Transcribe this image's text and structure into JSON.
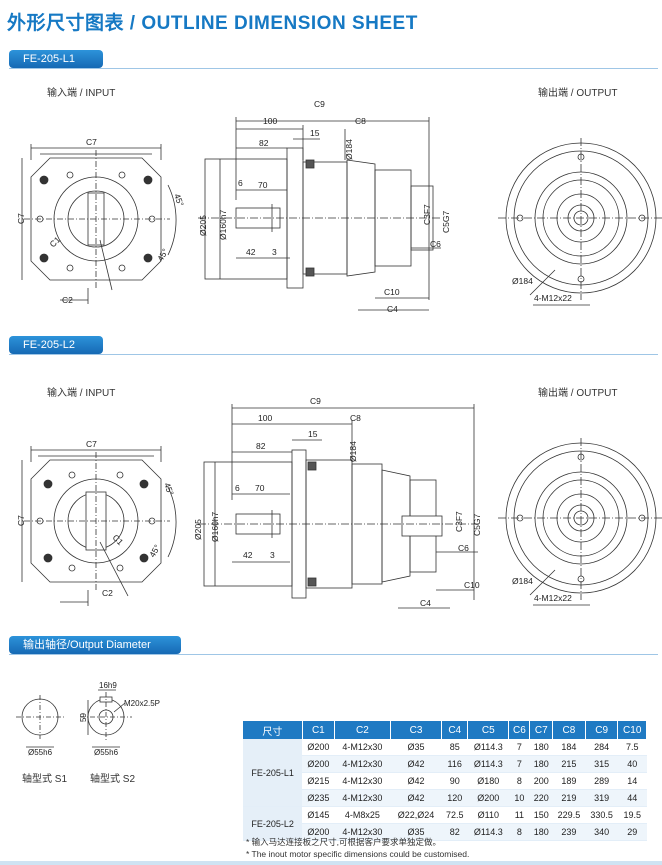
{
  "page_title": "外形尺寸图表 / OUTLINE DIMENSION SHEET",
  "sections": {
    "l1": "FE-205-L1",
    "l2": "FE-205-L2",
    "shaft": "输出轴径/Output Diameter"
  },
  "labels": {
    "input": "输入端 / INPUT",
    "output": "输出端 / OUTPUT",
    "shaft_s1": "轴型式 S1",
    "shaft_s2": "轴型式 S2"
  },
  "dims": {
    "c1": "C1",
    "c2": "C2",
    "c3": "C3F7",
    "c4": "C4",
    "c5": "C5G7",
    "c6": "C6",
    "c7": "C7",
    "c8": "C8",
    "c9": "C9",
    "c10": "C10",
    "d100": "100",
    "d82": "82",
    "d15": "15",
    "d6": "6",
    "d70": "70",
    "d42": "42",
    "d3": "3",
    "d184": "Ø184",
    "d205": "Ø205",
    "d160": "Ø160h7",
    "a45": "45°",
    "bolt": "4-M12x22",
    "s_16": "16h9",
    "s_59": "59",
    "s_m20": "M20x2.5P",
    "s_55a": "Ø55h6",
    "s_55b": "Ø55h6"
  },
  "table": {
    "headers": [
      "尺寸",
      "C1",
      "C2",
      "C3",
      "C4",
      "C5",
      "C6",
      "C7",
      "C8",
      "C9",
      "C10"
    ],
    "groups": [
      {
        "model": "FE-205-L1",
        "rows": [
          [
            "Ø200",
            "4-M12x30",
            "Ø35",
            "85",
            "Ø114.3",
            "7",
            "180",
            "184",
            "284",
            "7.5"
          ],
          [
            "Ø200",
            "4-M12x30",
            "Ø42",
            "116",
            "Ø114.3",
            "7",
            "180",
            "215",
            "315",
            "40"
          ],
          [
            "Ø215",
            "4-M12x30",
            "Ø42",
            "90",
            "Ø180",
            "8",
            "200",
            "189",
            "289",
            "14"
          ],
          [
            "Ø235",
            "4-M12x30",
            "Ø42",
            "120",
            "Ø200",
            "10",
            "220",
            "219",
            "319",
            "44"
          ]
        ]
      },
      {
        "model": "FE-205-L2",
        "rows": [
          [
            "Ø145",
            "4-M8x25",
            "Ø22,Ø24",
            "72.5",
            "Ø110",
            "11",
            "150",
            "229.5",
            "330.5",
            "19.5"
          ],
          [
            "Ø200",
            "4-M12x30",
            "Ø35",
            "82",
            "Ø114.3",
            "8",
            "180",
            "239",
            "340",
            "29"
          ]
        ]
      }
    ]
  },
  "notes": [
    "* 输入马达连接板之尺寸,可根据客户要求单独定做。",
    "* The inout motor  specific dimensions could be customised."
  ],
  "colors": {
    "accent": "#1679c4",
    "line": "#333333"
  }
}
